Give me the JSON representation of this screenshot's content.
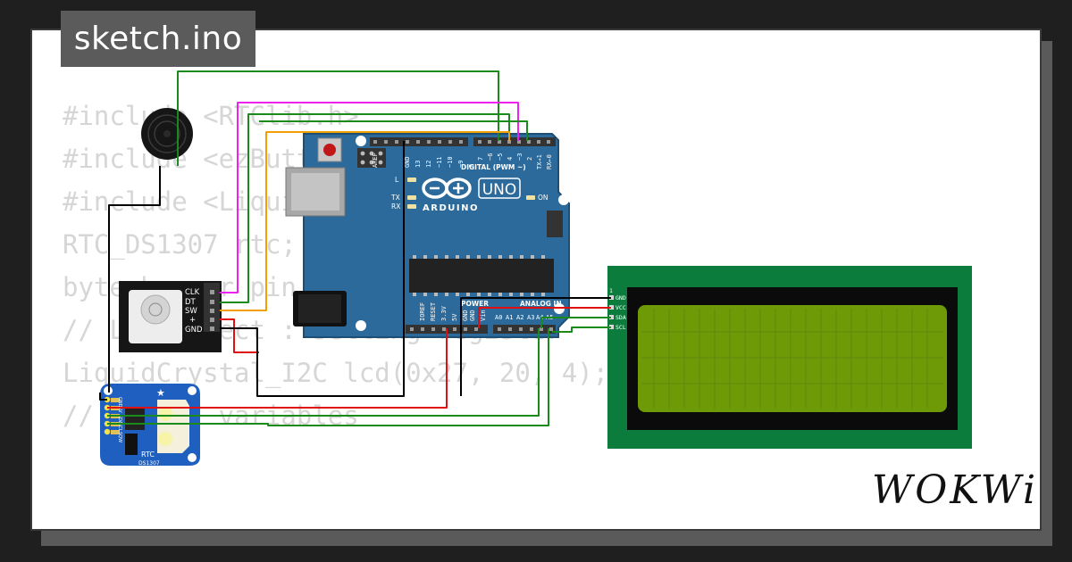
{
  "project": {
    "filename": "sketch.ino"
  },
  "code_lines": [
    "#include <RTClib.h>",
    "#include <ezButton.h>",
    "#include <LiquidCrystal_I2C.h>",
    "",
    "RTC_DS1307 rtc;",
    "",
    "byte buzzer_pin = 5;",
    "// LCD object : setting register",
    "LiquidCrystal_I2C lcd(0x27, 20, 4);",
    "",
    "// adjust variables"
  ],
  "encoder": {
    "pins": [
      "CLK",
      "DT",
      "SW",
      "+",
      "GND"
    ]
  },
  "rtc": {
    "label": "RTC",
    "model": "DS1307",
    "pins": [
      "GND",
      "5V",
      "SDA",
      "SCL",
      "SQW"
    ]
  },
  "arduino": {
    "brand": "ARDUINO",
    "model": "UNO",
    "digital_header": "DIGITAL (PWM ~)",
    "power_header": "POWER",
    "analog_header": "ANALOG IN",
    "on_label": "ON",
    "led_l": "L",
    "led_tx": "TX",
    "led_rx": "RX",
    "top_pins": [
      "AREF",
      "GND",
      "13",
      "12",
      "~11",
      "~10",
      "~9",
      "8",
      "7",
      "~6",
      "~5",
      "4",
      "~3",
      "2",
      "TX→1",
      "RX←0"
    ],
    "bottom_pins": [
      "IOREF",
      "RESET",
      "3.3V",
      "5V",
      "GND",
      "GND",
      "Vin",
      "A0",
      "A1",
      "A2",
      "A3",
      "A4",
      "A5"
    ]
  },
  "lcd": {
    "pin_one": "1",
    "pins": [
      "GND",
      "VCC",
      "SDA",
      "SCL"
    ]
  },
  "brand_logo": "WOKWi",
  "colors": {
    "wire_green": "#1a8a1a",
    "wire_magenta": "#ee22ee",
    "wire_orange": "#f0a000",
    "wire_red": "#e01010",
    "wire_black": "#000000",
    "arduino_blue": "#2b6a9a",
    "lcd_pcb": "#0c7c3c",
    "lcd_screen": "#6f9a08",
    "rtc_blue": "#1f5fbf"
  }
}
